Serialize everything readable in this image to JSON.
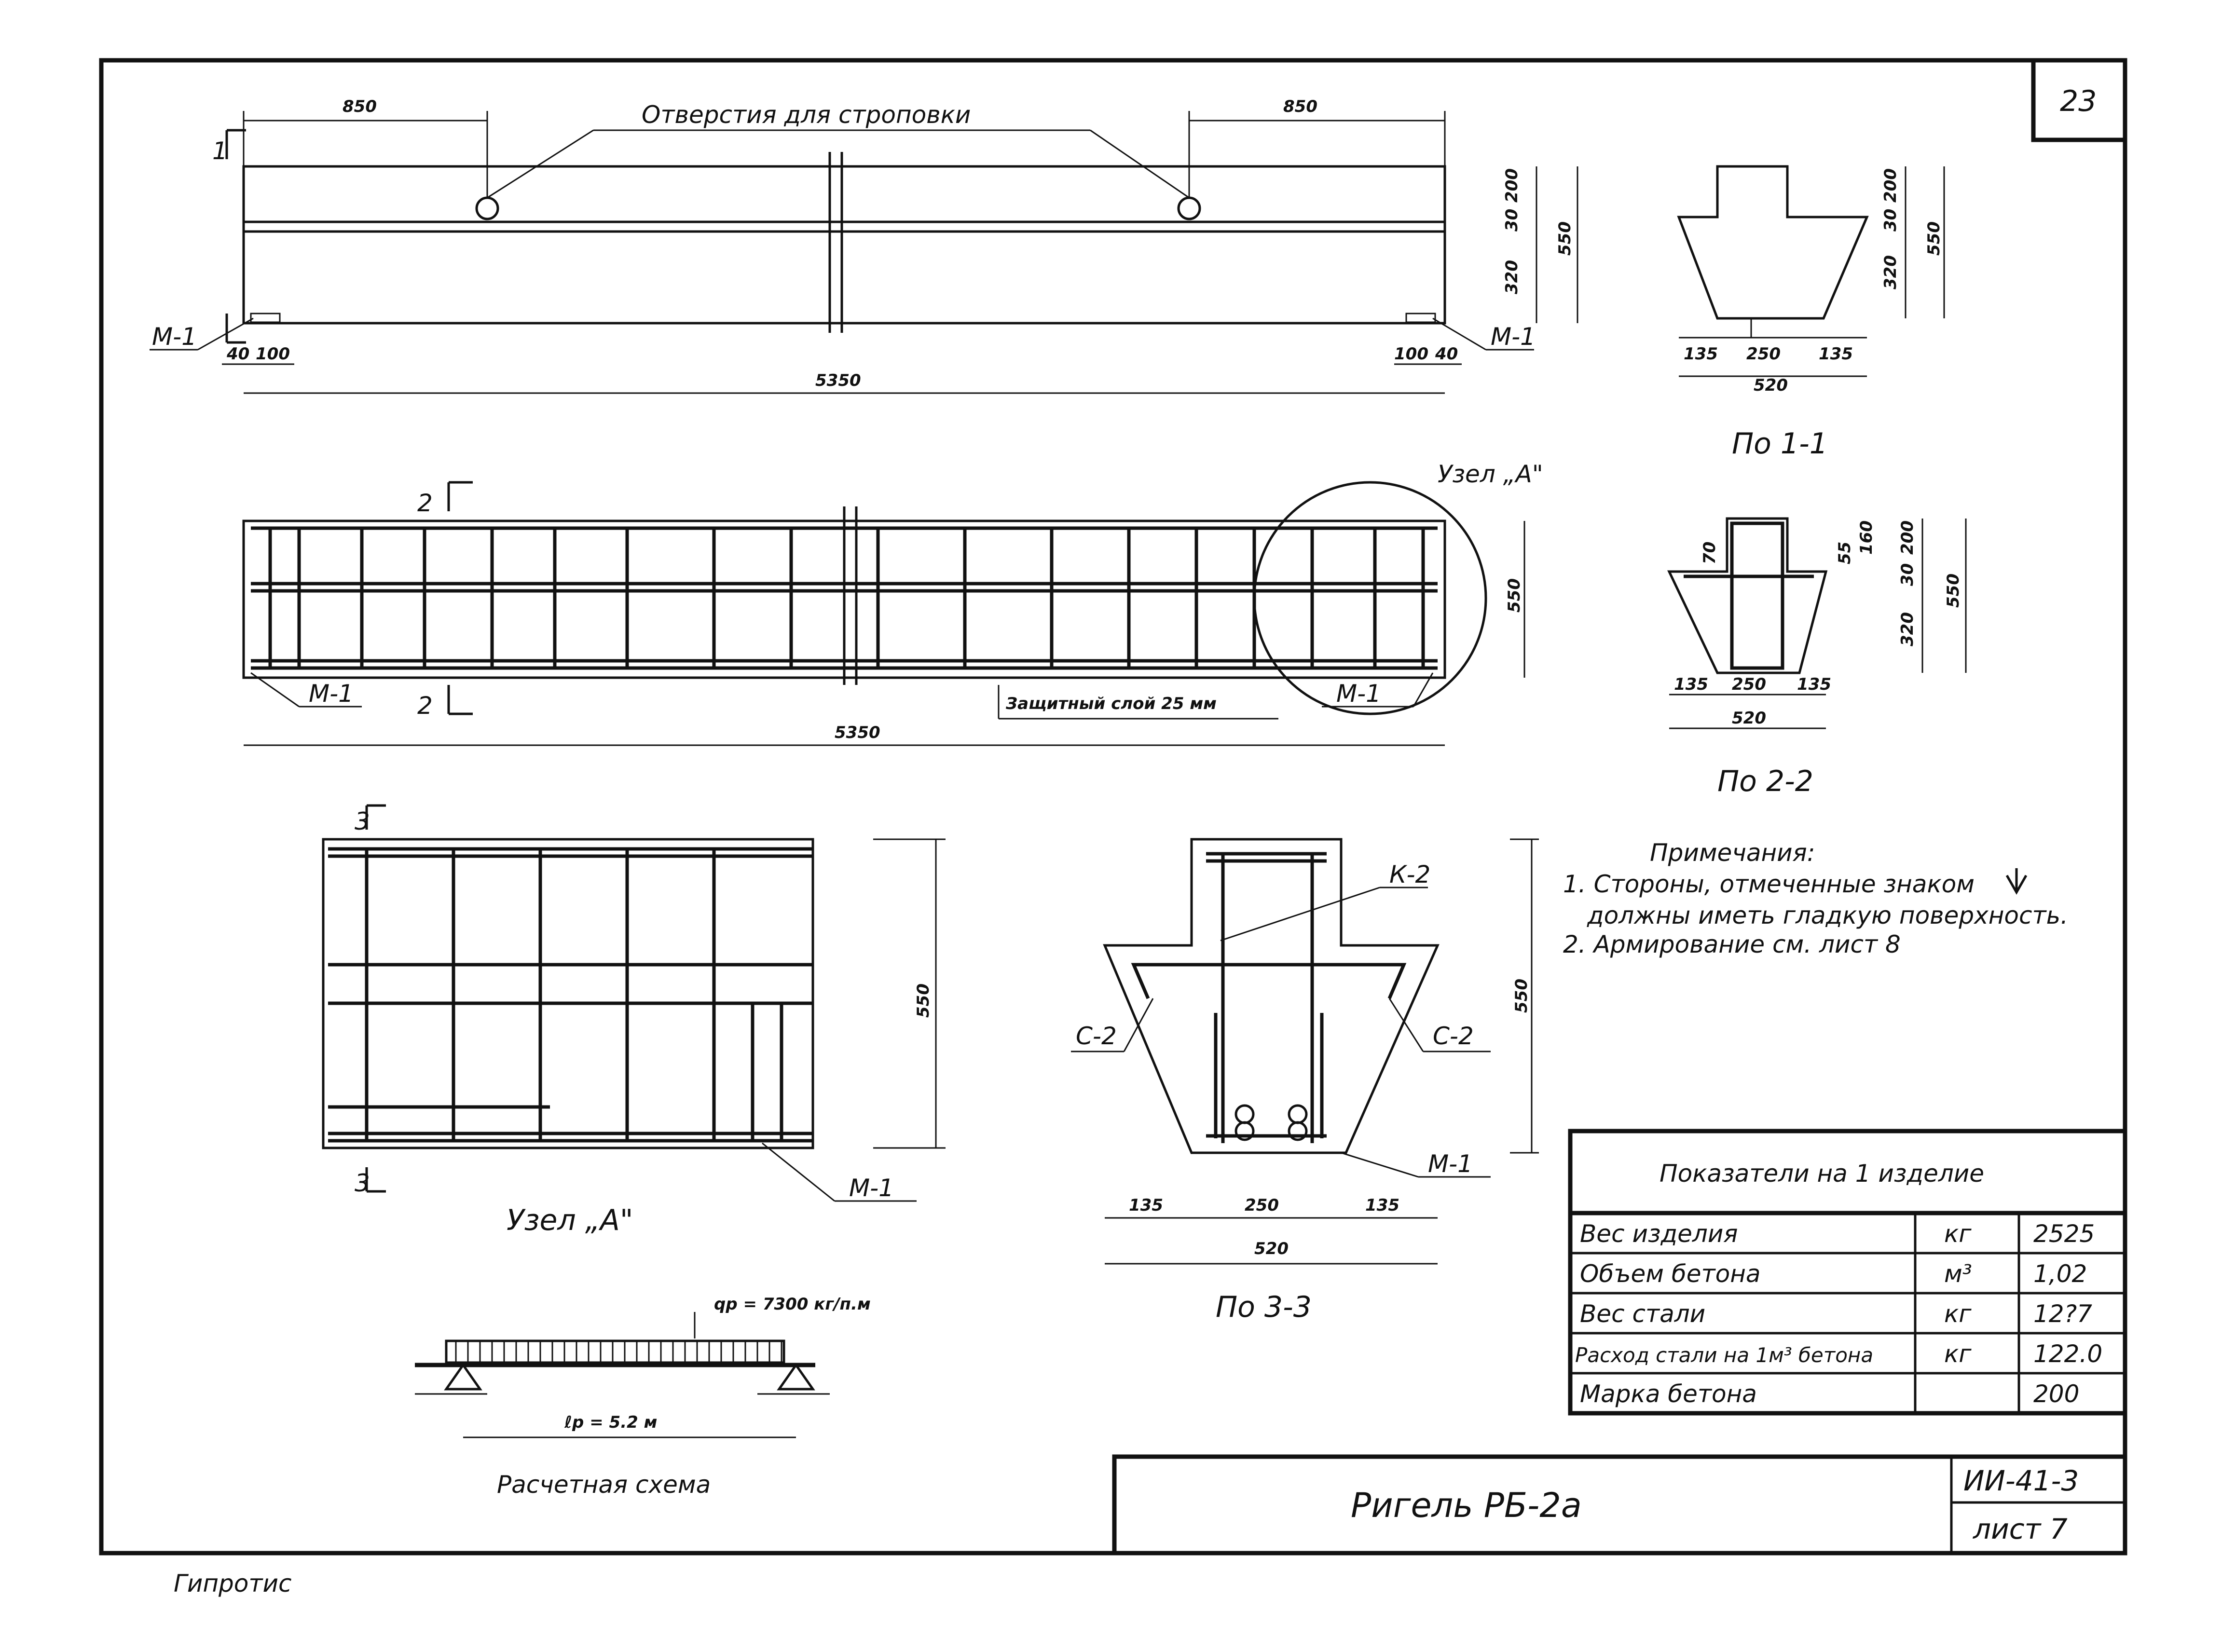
{
  "sheet": {
    "corner_number": "23",
    "footer_org": "Гипротис",
    "title": "Ригель РБ-2а",
    "series": "ИИ-41-3",
    "sheet_label": "лист 7"
  },
  "elevation": {
    "dim_left": "850",
    "dim_right": "850",
    "callout_holes": "Отверстия для строповки",
    "total_length": "5350",
    "dim_end_left_a": "40",
    "dim_end_left_b": "100",
    "dim_end_right_a": "100",
    "dim_end_right_b": "40",
    "plate_left": "М-1",
    "plate_right": "М-1",
    "cut_mark": "1",
    "height_dims": [
      "320",
      "30",
      "200",
      "550"
    ]
  },
  "reinforcement_view": {
    "node_label": "Узел „А\"",
    "cut_mark": "2",
    "plate_left": "М-1",
    "plate_right": "М-1",
    "cover_note": "Защитный слой 25 мм",
    "total_length": "5350",
    "height_dim": "550"
  },
  "section_1_1": {
    "caption": "По 1-1",
    "dims_bottom": [
      "135",
      "250",
      "135"
    ],
    "dim_total": "520",
    "dims_side": [
      "320",
      "30",
      "200",
      "550"
    ]
  },
  "section_2_2": {
    "caption": "По 2-2",
    "dims_bottom": [
      "135",
      "250",
      "135"
    ],
    "dim_total": "520",
    "dims_side": [
      "320",
      "30",
      "200",
      "550"
    ],
    "dims_inner": [
      "70",
      "55",
      "160"
    ]
  },
  "node_a": {
    "caption": "Узел „А\"",
    "cut_mark": "3",
    "height_dim": "550",
    "plate": "М-1"
  },
  "section_3_3": {
    "caption": "По 3-3",
    "label_k2": "К-2",
    "label_c2_left": "С-2",
    "label_c2_right": "С-2",
    "label_m1": "М-1",
    "dims_bottom": [
      "135",
      "250",
      "135"
    ],
    "dim_total": "520",
    "height_dim": "550"
  },
  "notes": {
    "heading": "Примечания:",
    "line1": "1. Стороны, отмеченные знаком",
    "line2": "должны иметь гладкую поверхность.",
    "line3": "2. Армирование см. лист 8"
  },
  "calc_scheme": {
    "caption": "Расчетная схема",
    "load": "qp = 7300 кг/п.м",
    "span": "ℓр = 5.2 м"
  },
  "indicators_table": {
    "title": "Показатели на 1 изделие",
    "rows": [
      {
        "name": "Вес изделия",
        "unit": "кг",
        "value": "2525"
      },
      {
        "name": "Объем бетона",
        "unit": "м³",
        "value": "1,02"
      },
      {
        "name": "Вес стали",
        "unit": "кг",
        "value": "12?7"
      },
      {
        "name": "Расход стали на 1м³ бетона",
        "unit": "кг",
        "value": "122.0"
      },
      {
        "name": "Марка бетона",
        "unit": "",
        "value": "200"
      }
    ]
  }
}
